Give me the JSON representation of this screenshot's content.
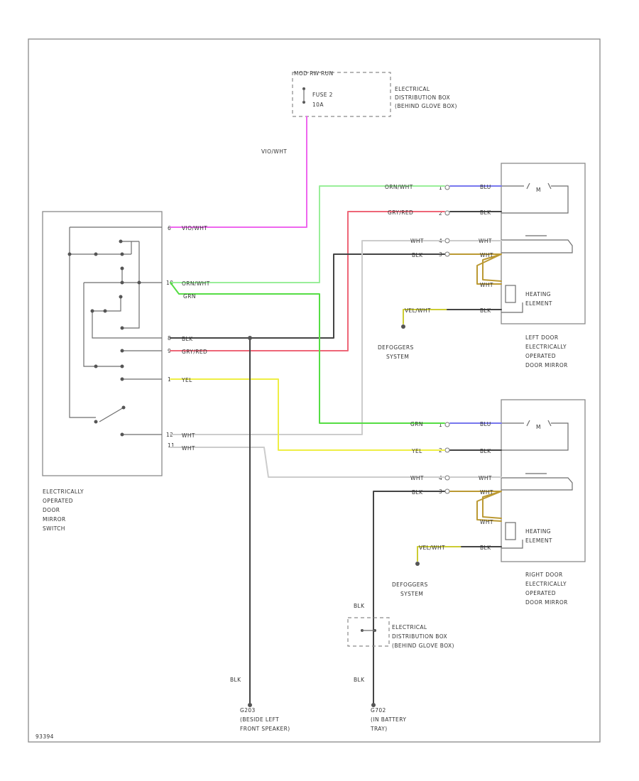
{
  "fuse_box": {
    "lines": [
      "MOD RW RUN",
      "FUSE 2",
      "10A"
    ],
    "desc": [
      "ELECTRICAL",
      "DISTRIBUTION BOX",
      "(BEHIND GLOVE BOX)"
    ]
  },
  "wires": {
    "vio_wht": "VIO/WHT",
    "orn_wht": "ORN/WHT",
    "gry_red": "GRY/RED",
    "wht": "WHT",
    "blk": "BLK",
    "blu": "BLU",
    "grn": "GRN",
    "yel": "YEL",
    "vel_wht": "VEL/WHT"
  },
  "switch_pins": [
    "6",
    "10",
    "8",
    "9",
    "1",
    "12",
    "11"
  ],
  "switch_label": [
    "ELECTRICALLY",
    "OPERATED",
    "DOOR",
    "MIRROR",
    "SWITCH"
  ],
  "left_mirror": {
    "pins": [
      "1",
      "2",
      "4",
      "3"
    ],
    "heating_label": [
      "HEATING",
      "ELEMENT"
    ],
    "label": [
      "LEFT DOOR",
      "ELECTRICALLY",
      "OPERATED",
      "DOOR MIRROR"
    ]
  },
  "right_mirror": {
    "pins": [
      "1",
      "2",
      "4",
      "3"
    ],
    "heating_label": [
      "HEATING",
      "ELEMENT"
    ],
    "label": [
      "RIGHT DOOR",
      "ELECTRICALLY",
      "OPERATED",
      "DOOR MIRROR"
    ]
  },
  "defogger_label": [
    "DEFOGGERS",
    "SYSTEM"
  ],
  "ground_left": [
    "G203",
    "(BESIDE LEFT",
    "FRONT SPEAKER)"
  ],
  "ground_right": [
    "G702",
    "(IN BATTERY",
    "TRAY)"
  ],
  "dist_box_2": [
    "ELECTRICAL",
    "DISTRIBUTION BOX",
    "(BEHIND GLOVE BOX)"
  ],
  "figure_id": "93394",
  "colors": {
    "vio_wht": "#ee66ee",
    "orn_wht": "#99ee99",
    "gry_red": "#ee6677",
    "wht": "#cccccc",
    "blk": "#444444",
    "blu": "#7777ee",
    "grn": "#55dd44",
    "yel": "#eeee44",
    "vel_wht": "#cccc33",
    "tan": "#bb9933"
  }
}
